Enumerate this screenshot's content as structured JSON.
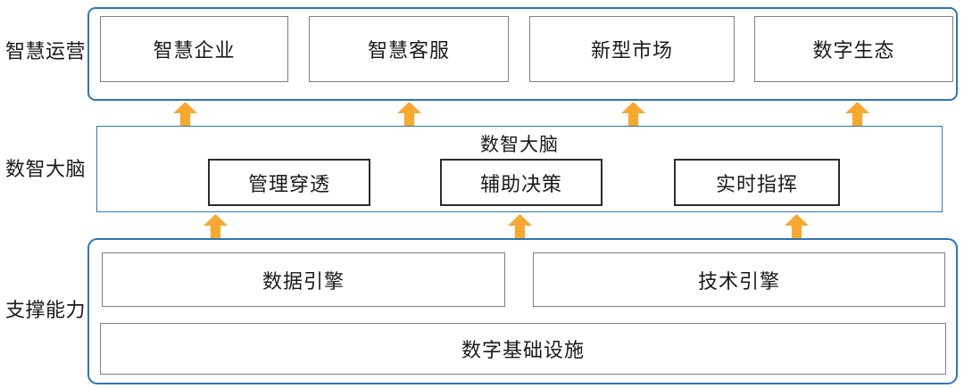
{
  "diagram_title": "enterprise-digital-architecture",
  "layer_operations": {
    "side_label": "智慧运营",
    "boxes": [
      "智慧企业",
      "智慧客服",
      "新型市场",
      "数字生态"
    ]
  },
  "layer_brain": {
    "side_label": "数智大脑",
    "title": "数智大脑",
    "boxes": [
      "管理穿透",
      "辅助决策",
      "实时指挥"
    ]
  },
  "layer_support": {
    "side_label": "支撑能力",
    "engine_boxes": [
      "数据引擎",
      "技术引擎"
    ],
    "infrastructure_box": "数字基础设施"
  },
  "colors": {
    "container_border_blue": "#2E75B6",
    "inner_box_border_gray": "#7F7F7F",
    "inner_box_border_dark": "#2B2B2B",
    "arrow_orange": "#F5A932",
    "text": "#1A1A1A",
    "background": "#FFFFFF"
  }
}
